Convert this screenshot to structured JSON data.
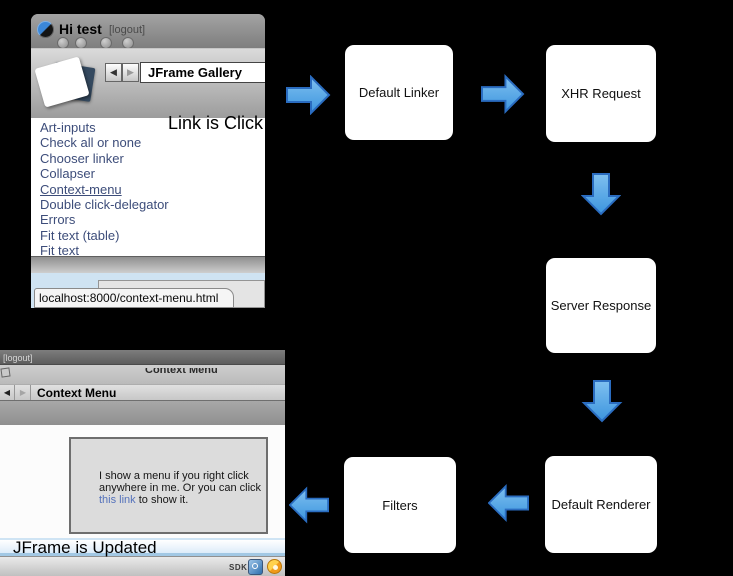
{
  "colors": {
    "background": "#000000",
    "arrow_fill_top": "#7fc0f0",
    "arrow_fill_bottom": "#3c95de",
    "arrow_border": "#2a6cc0",
    "link_color": "#3d4d7a",
    "highlight_band": "#cfe3f2"
  },
  "flow": {
    "boxes": [
      {
        "label": "Default Linker"
      },
      {
        "label": "XHR Request"
      },
      {
        "label": "Server Response"
      },
      {
        "label": "Default Renderer"
      },
      {
        "label": "Filters"
      }
    ]
  },
  "annotations": {
    "link_clicked": "Link is Click",
    "jframe_updated": "JFrame is Updated"
  },
  "browser_window": {
    "title": "Hi test",
    "logout_label": "[logout]",
    "nav": {
      "back": "◀",
      "forward": "▶"
    },
    "gallery_dropdown": "JFrame Gallery",
    "links": [
      "Art-inputs",
      "Check all or none",
      "Chooser linker",
      "Collapser",
      "Context-menu",
      "Double click-delegator",
      "Errors",
      "Fit text (table)",
      "Fit text"
    ],
    "active_link": "Context-menu",
    "status_url": "localhost:8000/context-menu.html"
  },
  "result_window": {
    "logout_label": "[logout]",
    "window_title": "Context Menu",
    "nav": {
      "back": "◀",
      "forward": "▶"
    },
    "nav_title": "Context Menu",
    "panel_text_line1": "I show a menu if you right click",
    "panel_text_line2": "anywhere in me. Or you can click",
    "panel_link_text": "this link",
    "panel_text_line3": " to show it.",
    "taskbar": {
      "sdk_label": "SDK"
    }
  }
}
